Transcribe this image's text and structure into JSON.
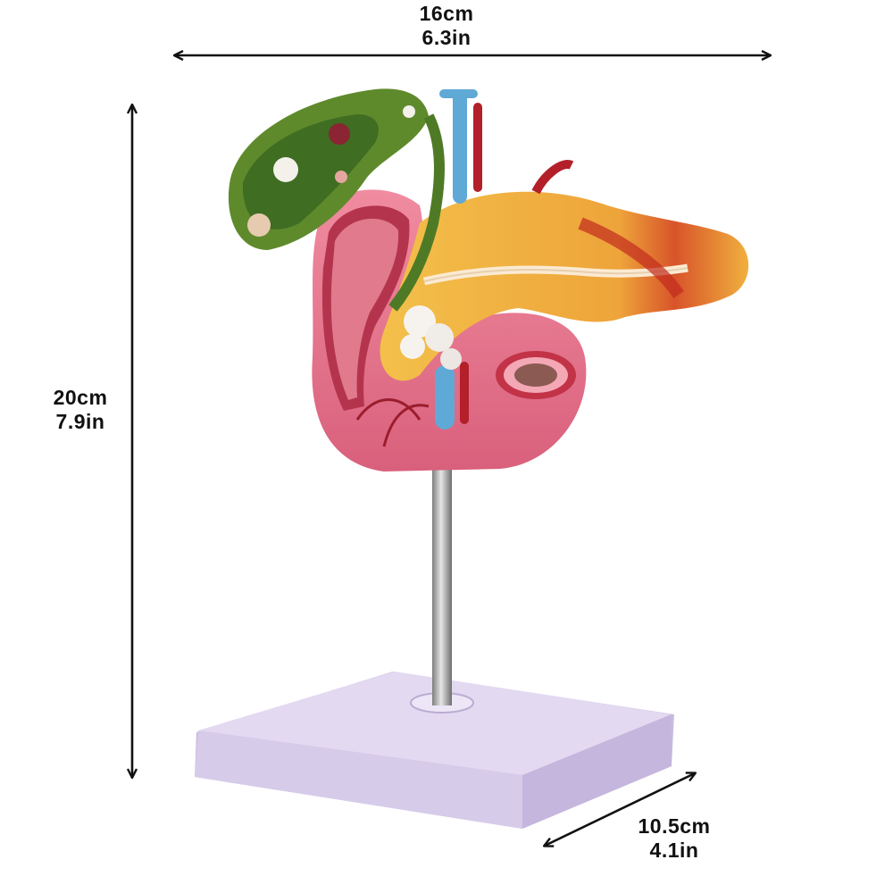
{
  "product": {
    "name": "pancreas-duodenum-gallbladder-model",
    "parts": [
      "gallbladder",
      "duodenum",
      "pancreas",
      "blood-vessels",
      "stand-rod",
      "base"
    ]
  },
  "dimensions": {
    "width": {
      "cm": "16cm",
      "in": "6.3in"
    },
    "height": {
      "cm": "20cm",
      "in": "7.9in"
    },
    "depth": {
      "cm": "10.5cm",
      "in": "4.1in"
    }
  },
  "colors": {
    "background": "#ffffff",
    "arrow": "#111111",
    "gallbladder": "#5f8a2c",
    "duodenum": "#e9798f",
    "pancreas": "#f0b43a",
    "inflamed": "#c8321e",
    "vein": "#5fa9d6",
    "artery": "#b3202a",
    "stand_base": "#d9cdec",
    "rod": "#a8a8a8"
  }
}
